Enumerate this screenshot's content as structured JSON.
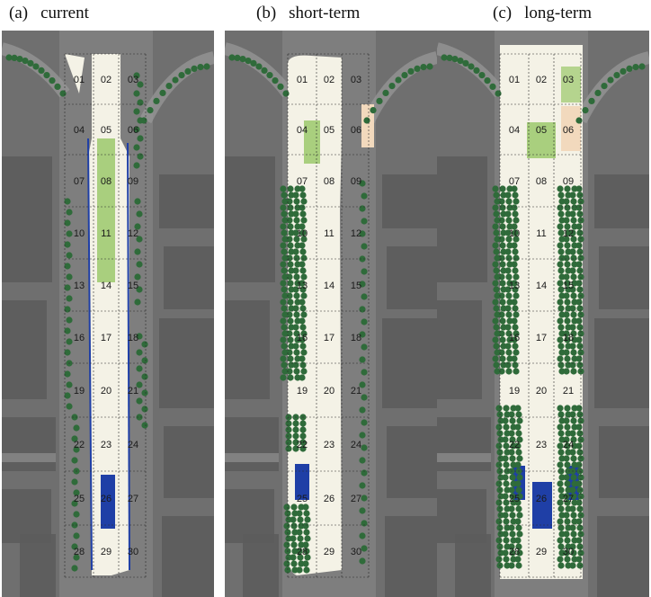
{
  "panels": [
    {
      "id": "current",
      "label": "(a)",
      "title": "current"
    },
    {
      "id": "short",
      "label": "(b)",
      "title": "short-term"
    },
    {
      "id": "long",
      "label": "(c)",
      "title": "long-term"
    }
  ],
  "cells": [
    "01",
    "02",
    "03",
    "04",
    "05",
    "06",
    "07",
    "08",
    "09",
    "10",
    "11",
    "12",
    "13",
    "14",
    "15",
    "16",
    "17",
    "18",
    "19",
    "20",
    "21",
    "22",
    "23",
    "24",
    "25",
    "26",
    "27",
    "28",
    "29",
    "30"
  ],
  "colors": {
    "background": "#6f6f6f",
    "street": "#8a8a8a",
    "building": "#5c5c5c",
    "plaza": "#f4f2e6",
    "lawn": "#a9cf7e",
    "water": "#1f3fa6",
    "tree": "#2f6b3a",
    "sand": "#f2d9bd",
    "grid": "#2a2a2a"
  },
  "legend_icons": [
    "tree-icon",
    "lawn-icon",
    "water-icon"
  ]
}
